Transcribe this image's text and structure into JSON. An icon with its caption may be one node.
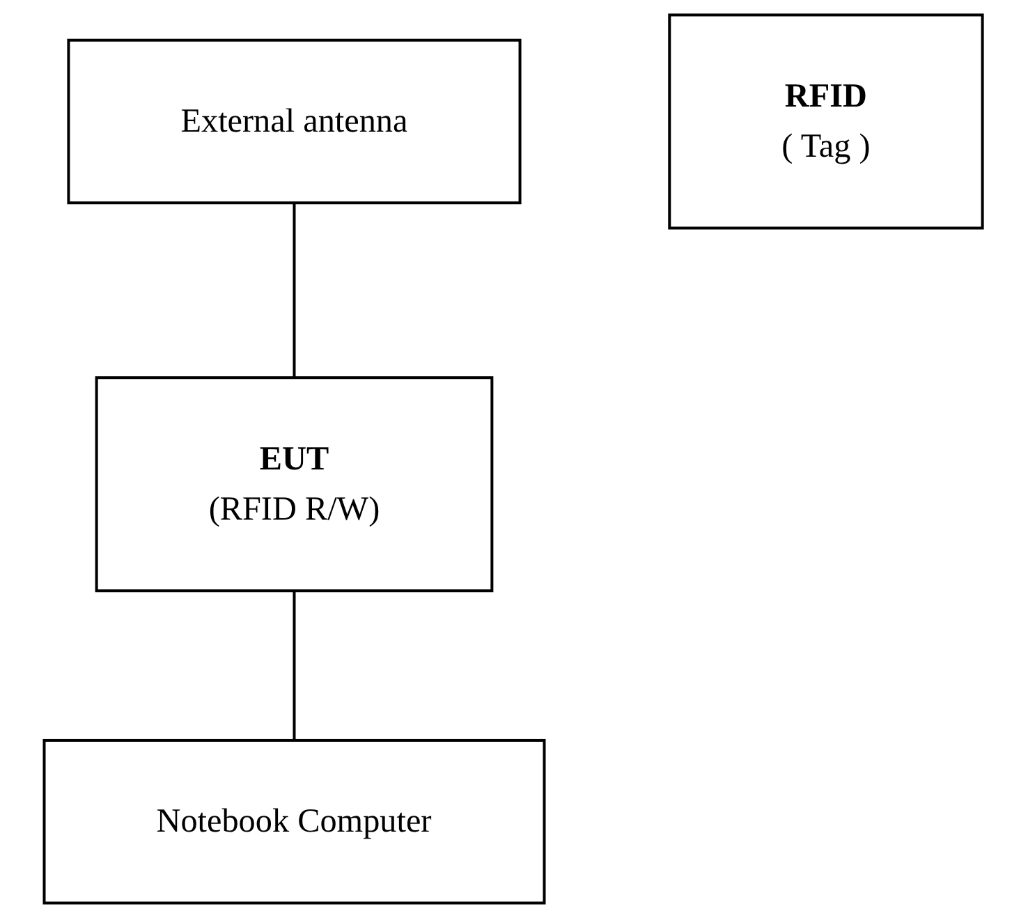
{
  "diagram": {
    "nodes": [
      {
        "text": [
          "External antenna"
        ]
      },
      {
        "text": [
          "EUT",
          "(RFID R/W)"
        ]
      },
      {
        "text": [
          "Notebook Computer"
        ]
      },
      {
        "text": [
          "RFID",
          "( Tag )"
        ]
      }
    ],
    "edges": [
      {
        "from": 0,
        "to": 1,
        "arrow": "none"
      },
      {
        "from": 1,
        "to": 2,
        "arrow": "none"
      }
    ]
  }
}
